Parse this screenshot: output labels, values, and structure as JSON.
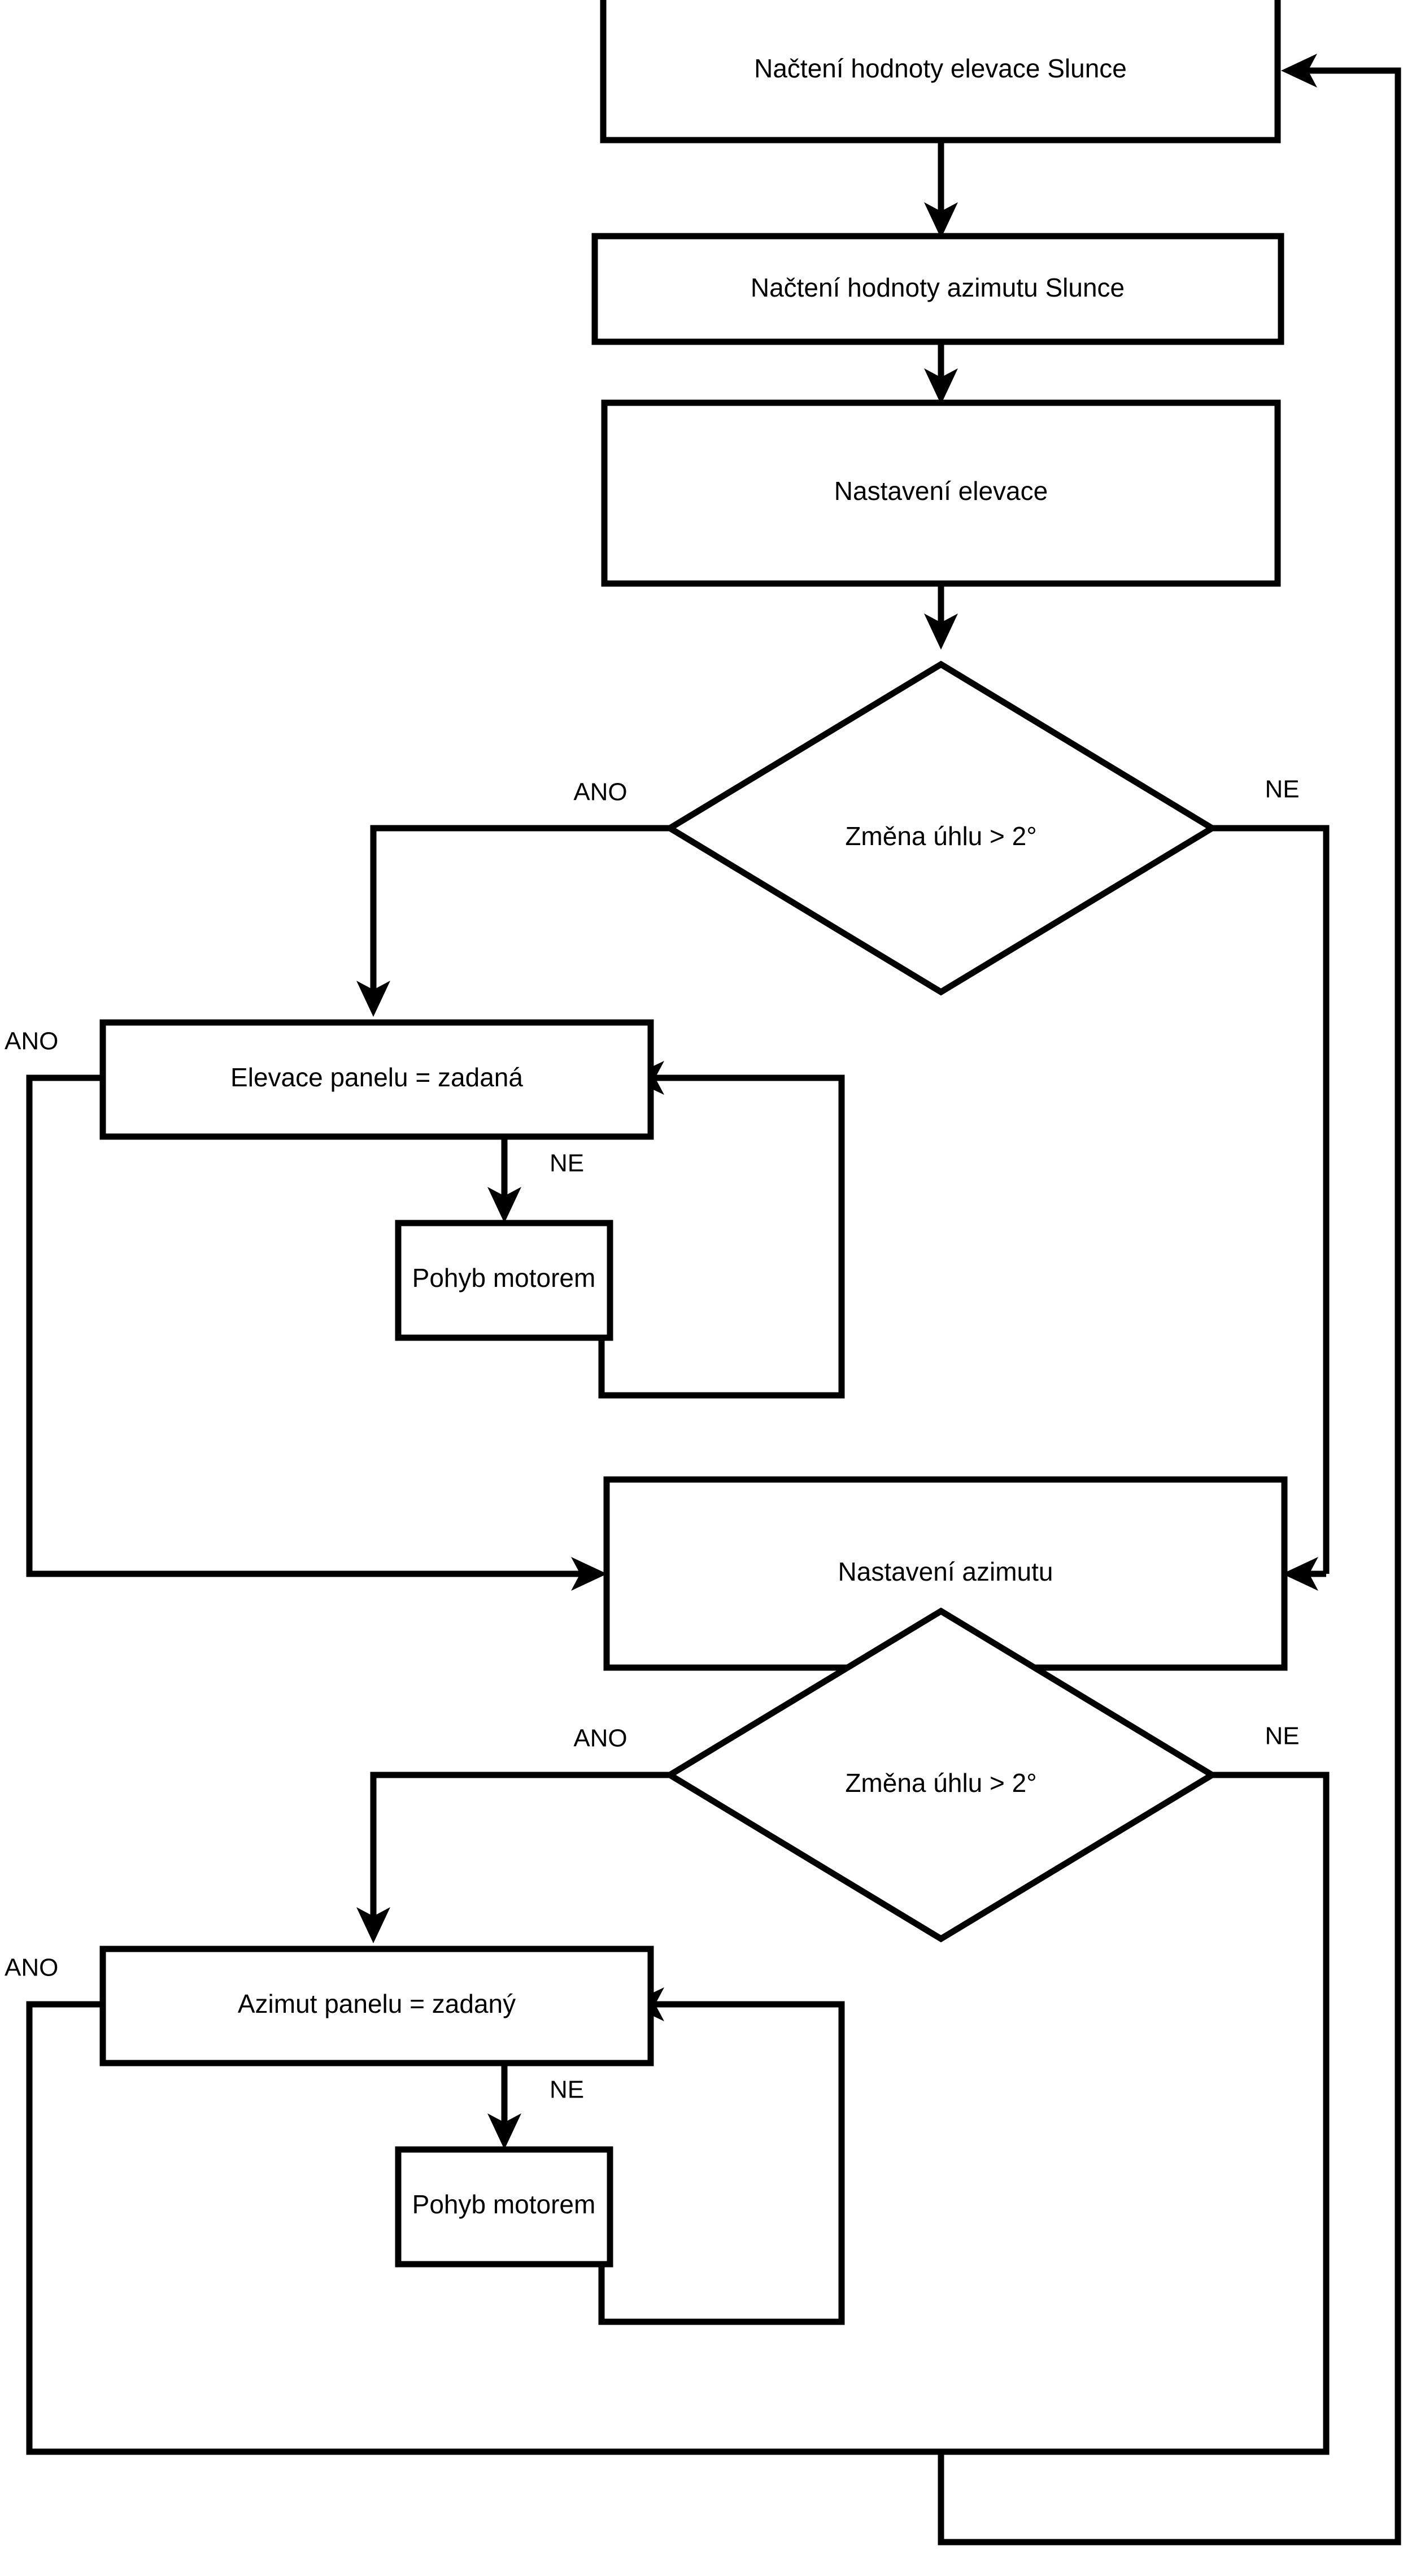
{
  "diagram": {
    "type": "flowchart",
    "language": "cs",
    "orientation": "top-to-bottom",
    "colors": {
      "background": "#ffffff",
      "stroke": "#000000",
      "node_fill": "#ffffff",
      "text": "#000000"
    },
    "nodes": [
      {
        "id": "read_elevation",
        "shape": "process",
        "label": "Načtení hodnoty elevace Slunce"
      },
      {
        "id": "read_azimuth",
        "shape": "process",
        "label": "Načtení hodnoty azimutu Slunce"
      },
      {
        "id": "set_elevation",
        "shape": "process",
        "label": "Nastavení elevace"
      },
      {
        "id": "decision_elev",
        "shape": "decision",
        "label": "Změna úhlu > 2°"
      },
      {
        "id": "panel_elev_eq",
        "shape": "process",
        "label": "Elevace panelu = zadaná"
      },
      {
        "id": "motor_move_1",
        "shape": "process",
        "label": "Pohyb motorem"
      },
      {
        "id": "set_azimuth",
        "shape": "process",
        "label": "Nastavení azimutu"
      },
      {
        "id": "decision_azim",
        "shape": "decision",
        "label": "Změna úhlu > 2°"
      },
      {
        "id": "panel_azim_eq",
        "shape": "process",
        "label": "Azimut panelu = zadaný"
      },
      {
        "id": "motor_move_2",
        "shape": "process",
        "label": "Pohyb motorem"
      }
    ],
    "edge_labels": {
      "decision_elev_yes": "ANO",
      "decision_elev_no": "NE",
      "panel_elev_yes": "ANO",
      "panel_elev_no": "NE",
      "decision_azim_yes": "ANO",
      "decision_azim_no": "NE",
      "panel_azim_yes": "ANO",
      "panel_azim_no": "NE"
    },
    "edges": [
      {
        "from": "read_elevation",
        "to": "read_azimuth",
        "label": ""
      },
      {
        "from": "read_azimuth",
        "to": "set_elevation",
        "label": ""
      },
      {
        "from": "set_elevation",
        "to": "decision_elev",
        "label": ""
      },
      {
        "from": "decision_elev",
        "to": "panel_elev_eq",
        "label": "ANO"
      },
      {
        "from": "decision_elev",
        "to": "set_azimuth",
        "label": "NE"
      },
      {
        "from": "panel_elev_eq",
        "to": "set_azimuth",
        "label": "ANO"
      },
      {
        "from": "panel_elev_eq",
        "to": "motor_move_1",
        "label": "NE"
      },
      {
        "from": "motor_move_1",
        "to": "panel_elev_eq",
        "label": ""
      },
      {
        "from": "set_azimuth",
        "to": "decision_azim",
        "label": ""
      },
      {
        "from": "decision_azim",
        "to": "panel_azim_eq",
        "label": "ANO"
      },
      {
        "from": "decision_azim",
        "to": "read_elevation",
        "label": "NE"
      },
      {
        "from": "panel_azim_eq",
        "to": "read_elevation",
        "label": "ANO"
      },
      {
        "from": "panel_azim_eq",
        "to": "motor_move_2",
        "label": "NE"
      },
      {
        "from": "motor_move_2",
        "to": "panel_azim_eq",
        "label": ""
      }
    ]
  }
}
